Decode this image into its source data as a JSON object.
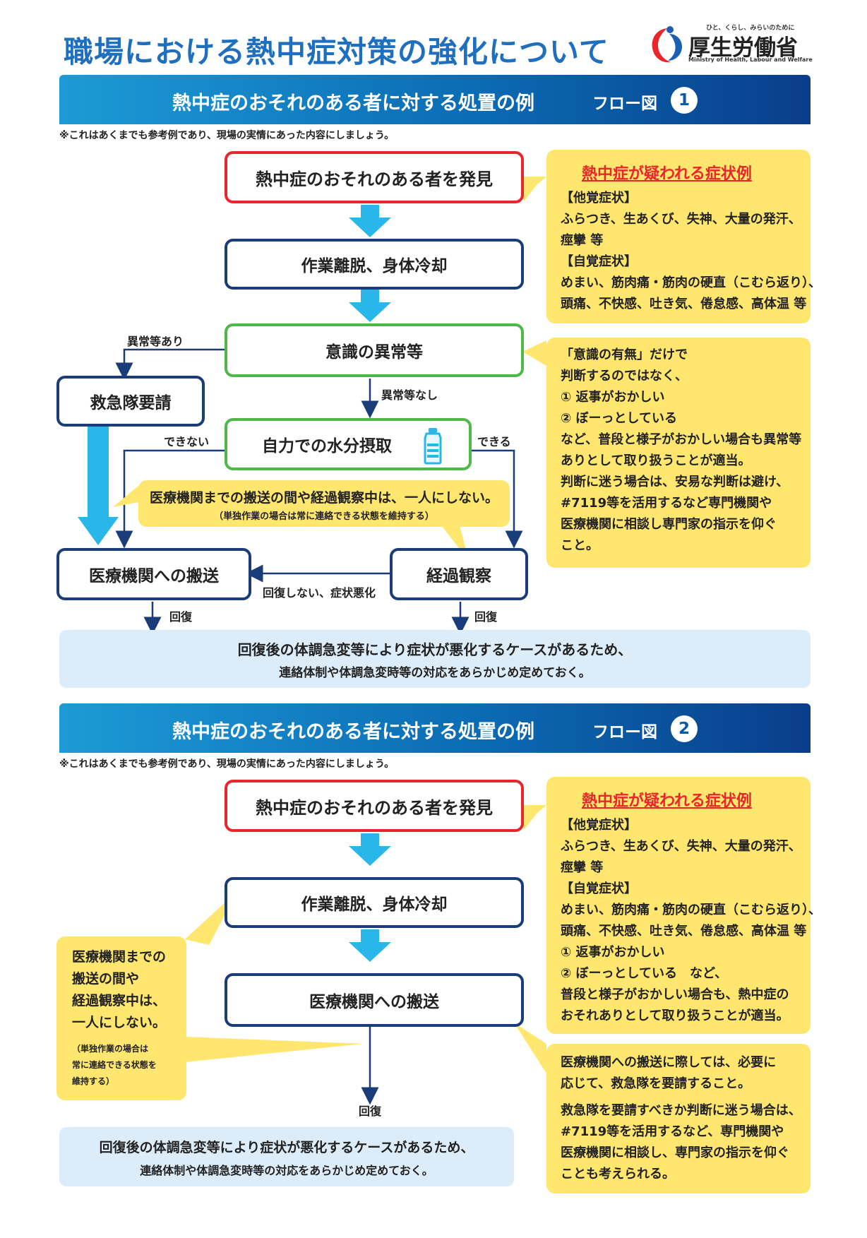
{
  "title": "職場における熱中症対策の強化について",
  "logo": {
    "tagline": "ひと、くらし、みらいのために",
    "name": "厚生労働省",
    "english": "Ministry of Health, Labour and Welfare"
  },
  "flow1": {
    "banner_title": "熱中症のおそれのある者に対する処置の例",
    "banner_flow": "フロー図",
    "banner_num": "1",
    "note": "※これはあくまでも参考例であり、現場の実情にあった内容にしましょう。",
    "step_discover": "熱中症のおそれのある者を発見",
    "step_cool": "作業離脱、身体冷却",
    "step_conscious": "意識の異常等",
    "label_abnormal": "異常等あり",
    "label_normal": "異常等なし",
    "step_ambulance": "救急隊要請",
    "step_water": "自力での水分摂取",
    "label_cannot": "できない",
    "label_can": "できる",
    "callout_line1": "医療機関までの搬送の間や経過観察中は、一人にしない。",
    "callout_line2": "（単独作業の場合は常に連絡できる状態を維持する）",
    "step_hospital": "医療機関への搬送",
    "step_observe": "経過観察",
    "label_worsen": "回復しない、症状悪化",
    "label_recover_left": "回復",
    "label_recover_right": "回復",
    "footer_line1": "回復後の体調急変等により症状が悪化するケースがあるため、",
    "footer_line2": "連絡体制や体調急変時等の対応をあらかじめ定めておく。",
    "symptoms": {
      "heading": "熱中症が疑われる症状例",
      "lines": [
        "【他覚症状】",
        "ふらつき、生あくび、失神、大量の発汗、",
        "痙攣 等",
        "【自覚症状】",
        "めまい、筋肉痛・筋肉の硬直（こむら返り）、",
        "頭痛、不快感、吐き気、倦怠感、高体温 等"
      ]
    },
    "consciousness_note": [
      "「意識の有無」だけで",
      "判断するのではなく、",
      "① 返事がおかしい",
      "② ぼーっとしている",
      "など、普段と様子がおかしい場合も異常等",
      "ありとして取り扱うことが適当。",
      "判断に迷う場合は、安易な判断は避け、",
      "#7119等を活用するなど専門機関や",
      "医療機関に相談し専門家の指示を仰ぐ",
      "こと。"
    ]
  },
  "flow2": {
    "banner_title": "熱中症のおそれのある者に対する処置の例",
    "banner_flow": "フロー図",
    "banner_num": "2",
    "note": "※これはあくまでも参考例であり、現場の実情にあった内容にしましょう。",
    "step_discover": "熱中症のおそれのある者を発見",
    "step_cool": "作業離脱、身体冷却",
    "step_hospital": "医療機関への搬送",
    "label_recover": "回復",
    "callout_lines": [
      "医療機関までの",
      "搬送の間や",
      "経過観察中は、",
      "一人にしない。"
    ],
    "callout_sub": [
      "（単独作業の場合は",
      "常に連絡できる状態を",
      "維持する）"
    ],
    "footer_line1": "回復後の体調急変等により症状が悪化するケースがあるため、",
    "footer_line2": "連絡体制や体調急変時等の対応をあらかじめ定めておく。",
    "symptoms": {
      "heading": "熱中症が疑われる症状例",
      "lines": [
        "【他覚症状】",
        "ふらつき、生あくび、失神、大量の発汗、",
        "痙攣 等",
        "【自覚症状】",
        "めまい、筋肉痛・筋肉の硬直（こむら返り）、",
        "頭痛、不快感、吐き気、倦怠感、高体温 等",
        "① 返事がおかしい",
        "② ぼーっとしている　など、",
        "普段と様子がおかしい場合も、熱中症の",
        "おそれありとして取り扱うことが適当。"
      ]
    },
    "transport_note": {
      "para1": [
        "医療機関への搬送に際しては、必要に",
        "応じて、救急隊を要請すること。"
      ],
      "para2": [
        "救急隊を要請すべきか判断に迷う場合は、",
        "#7119等を活用するなど、専門機関や",
        "医療機関に相談し、専門家の指示を仰ぐ",
        "ことも考えられる。"
      ]
    }
  },
  "colors": {
    "title_blue": "#1f6fbf",
    "banner_start": "#1d9ad6",
    "banner_end": "#0a3d8a",
    "box_red": "#e8262b",
    "box_navy": "#1a3d7a",
    "box_green": "#4eb848",
    "arrow_cyan": "#29b6e8",
    "note_yellow": "#ffe66e",
    "footer_blue": "#dcedf9"
  }
}
